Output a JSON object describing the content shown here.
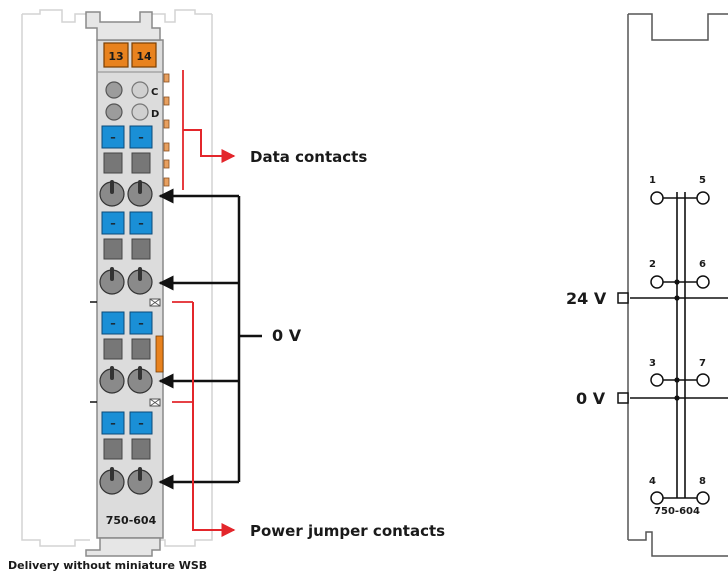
{
  "module": {
    "top_labels": [
      "13",
      "14"
    ],
    "led_letters": [
      "C",
      "D"
    ],
    "contact_marks": [
      "–",
      "–",
      "–",
      "–",
      "–",
      "–",
      "–",
      "–"
    ],
    "model": "750-604"
  },
  "annotations": {
    "data_contacts": "Data contacts",
    "zero_v": "0 V",
    "power_jumper_contacts": "Power jumper contacts",
    "delivery_note": "Delivery without miniature WSB"
  },
  "schematic": {
    "terminal_numbers": [
      "1",
      "5",
      "2",
      "6",
      "3",
      "7",
      "4",
      "8"
    ],
    "rail_24v": "24 V",
    "rail_0v": "0 V",
    "model": "750-604"
  },
  "colors": {
    "accent_orange": "#e8821e",
    "contact_blue": "#1a8fd6",
    "arrow_red": "#e3262b",
    "module_gray": "#d8d8d8"
  }
}
